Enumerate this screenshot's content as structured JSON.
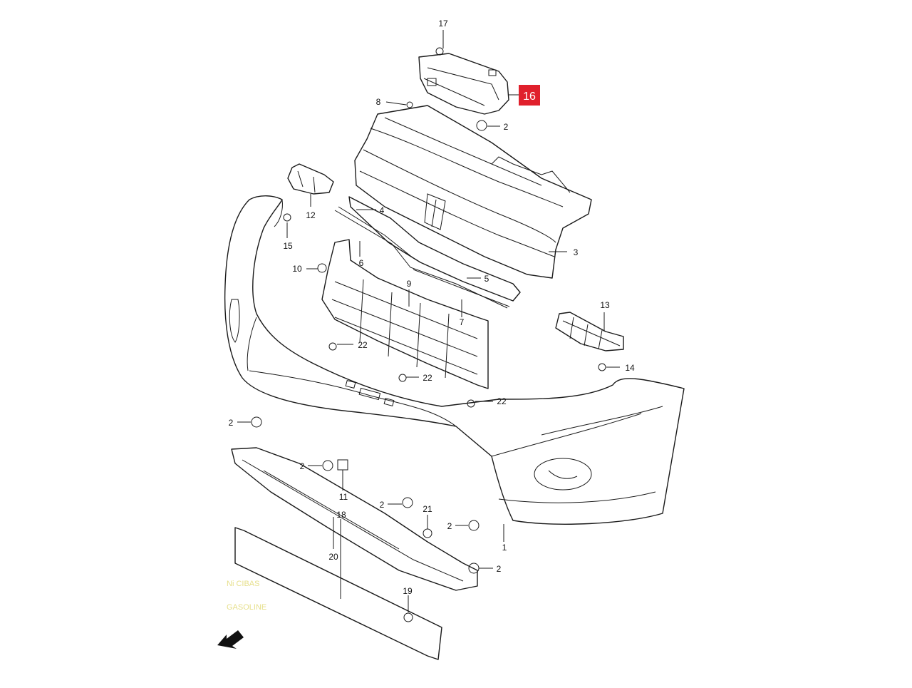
{
  "diagram": {
    "highlight_color": "#e0202c",
    "highlighted_part": "16",
    "callouts": [
      {
        "id": "c17",
        "label": "17"
      },
      {
        "id": "c16",
        "label": "16"
      },
      {
        "id": "c8",
        "label": "8"
      },
      {
        "id": "c2a",
        "label": "2"
      },
      {
        "id": "c3",
        "label": "3"
      },
      {
        "id": "c4",
        "label": "4"
      },
      {
        "id": "c12",
        "label": "12"
      },
      {
        "id": "c15",
        "label": "15"
      },
      {
        "id": "c6",
        "label": "6"
      },
      {
        "id": "c10",
        "label": "10"
      },
      {
        "id": "c5",
        "label": "5"
      },
      {
        "id": "c9",
        "label": "9"
      },
      {
        "id": "c7",
        "label": "7"
      },
      {
        "id": "c13",
        "label": "13"
      },
      {
        "id": "c14",
        "label": "14"
      },
      {
        "id": "c22a",
        "label": "22"
      },
      {
        "id": "c22b",
        "label": "22"
      },
      {
        "id": "c22c",
        "label": "22"
      },
      {
        "id": "c2b",
        "label": "2"
      },
      {
        "id": "c2c",
        "label": "2"
      },
      {
        "id": "c11",
        "label": "11"
      },
      {
        "id": "c2d",
        "label": "2"
      },
      {
        "id": "c21",
        "label": "21"
      },
      {
        "id": "c2e",
        "label": "2"
      },
      {
        "id": "c1",
        "label": "1"
      },
      {
        "id": "c20",
        "label": "20"
      },
      {
        "id": "c2f",
        "label": "2"
      },
      {
        "id": "c18",
        "label": "18"
      },
      {
        "id": "c19",
        "label": "19"
      }
    ]
  }
}
